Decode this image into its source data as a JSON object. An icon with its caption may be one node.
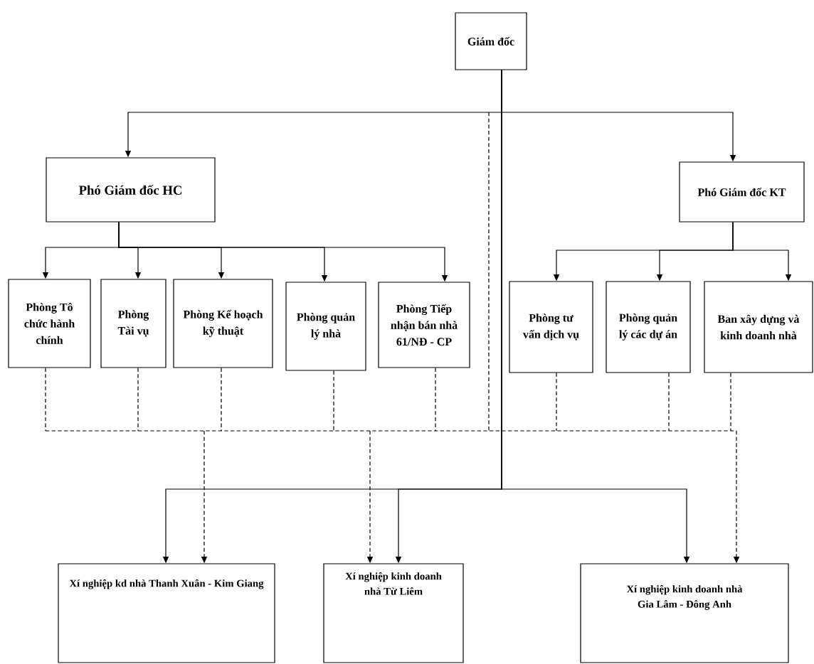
{
  "diagram": {
    "nodes": [
      {
        "text": [
          "Giám đốc"
        ]
      },
      {
        "text": [
          "Phó Giám đốc HC"
        ]
      },
      {
        "text": [
          "Phó Giám đốc KT"
        ]
      },
      {
        "text": [
          "Phòng Tô chức hành chính"
        ]
      },
      {
        "text": [
          "Phòng Tài vụ"
        ]
      },
      {
        "text": [
          "Phòng Kế hoạch kỹ thuật"
        ]
      },
      {
        "text": [
          "Phòng quản lý nhà"
        ]
      },
      {
        "text": [
          "Phòng Tiếp nhận bán nhà 61/NĐ - CP"
        ]
      },
      {
        "text": [
          "Phòng tư vấn dịch vụ"
        ]
      },
      {
        "text": [
          "Phòng quản lý các dự án"
        ]
      },
      {
        "text": [
          "Ban xây dựng và kinh doanh nhà"
        ]
      },
      {
        "text": [
          "Xí nghiệp kd nhà Thanh Xuân - Kim Giang"
        ]
      },
      {
        "text": [
          "Xí nghiệp kinh doanh nhà Từ Liêm"
        ]
      },
      {
        "text": [
          "Xí nghiệp kinh doanh nhà Gia Lâm - Đông Anh"
        ]
      }
    ],
    "edges": [
      {
        "from": 0,
        "to": 1,
        "arrow": "to"
      },
      {
        "from": 0,
        "to": 2,
        "arrow": "to"
      },
      {
        "from": 1,
        "to": 3,
        "arrow": "to"
      },
      {
        "from": 1,
        "to": 4,
        "arrow": "to"
      },
      {
        "from": 1,
        "to": 5,
        "arrow": "to"
      },
      {
        "from": 1,
        "to": 6,
        "arrow": "to"
      },
      {
        "from": 1,
        "to": 7,
        "arrow": "to"
      },
      {
        "from": 2,
        "to": 8,
        "arrow": "to"
      },
      {
        "from": 2,
        "to": 9,
        "arrow": "to"
      },
      {
        "from": 2,
        "to": 10,
        "arrow": "to"
      },
      {
        "from": 0,
        "to": 11,
        "arrow": "to"
      },
      {
        "from": 0,
        "to": 12,
        "arrow": "to"
      },
      {
        "from": 0,
        "to": 13,
        "arrow": "to"
      },
      {
        "from": 0,
        "to": 11,
        "arrow": "to",
        "style": "dashed"
      },
      {
        "from": 0,
        "to": 12,
        "arrow": "to",
        "style": "dashed"
      },
      {
        "from": 0,
        "to": 13,
        "arrow": "to",
        "style": "dashed"
      },
      {
        "from": 3,
        "to": 11,
        "arrow": "to",
        "style": "dashed"
      },
      {
        "from": 3,
        "to": 12,
        "arrow": "to",
        "style": "dashed"
      },
      {
        "from": 3,
        "to": 13,
        "arrow": "to",
        "style": "dashed"
      },
      {
        "from": 4,
        "to": 11,
        "arrow": "to",
        "style": "dashed"
      },
      {
        "from": 4,
        "to": 12,
        "arrow": "to",
        "style": "dashed"
      },
      {
        "from": 4,
        "to": 13,
        "arrow": "to",
        "style": "dashed"
      },
      {
        "from": 5,
        "to": 11,
        "arrow": "to",
        "style": "dashed"
      },
      {
        "from": 5,
        "to": 12,
        "arrow": "to",
        "style": "dashed"
      },
      {
        "from": 5,
        "to": 13,
        "arrow": "to",
        "style": "dashed"
      },
      {
        "from": 6,
        "to": 11,
        "arrow": "to",
        "style": "dashed"
      },
      {
        "from": 6,
        "to": 12,
        "arrow": "to",
        "style": "dashed"
      },
      {
        "from": 6,
        "to": 13,
        "arrow": "to",
        "style": "dashed"
      },
      {
        "from": 7,
        "to": 11,
        "arrow": "to",
        "style": "dashed"
      },
      {
        "from": 7,
        "to": 12,
        "arrow": "to",
        "style": "dashed"
      },
      {
        "from": 7,
        "to": 13,
        "arrow": "to",
        "style": "dashed"
      },
      {
        "from": 8,
        "to": 11,
        "arrow": "to",
        "style": "dashed"
      },
      {
        "from": 8,
        "to": 12,
        "arrow": "to",
        "style": "dashed"
      },
      {
        "from": 8,
        "to": 13,
        "arrow": "to",
        "style": "dashed"
      },
      {
        "from": 9,
        "to": 11,
        "arrow": "to",
        "style": "dashed"
      },
      {
        "from": 9,
        "to": 12,
        "arrow": "to",
        "style": "dashed"
      },
      {
        "from": 9,
        "to": 13,
        "arrow": "to",
        "style": "dashed"
      },
      {
        "from": 10,
        "to": 11,
        "arrow": "to",
        "style": "dashed"
      },
      {
        "from": 10,
        "to": 12,
        "arrow": "to",
        "style": "dashed"
      },
      {
        "from": 10,
        "to": 13,
        "arrow": "to",
        "style": "dashed"
      }
    ]
  }
}
